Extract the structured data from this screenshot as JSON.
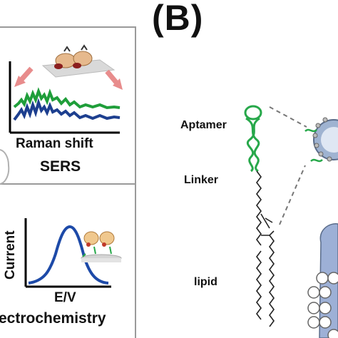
{
  "panel_label": "(B)",
  "sers": {
    "x_axis_label": "Raman shift",
    "method": "SERS",
    "spectra_colors": [
      "#1f9e3a",
      "#1d3f8f"
    ]
  },
  "electrochem": {
    "y_axis_label": "Current",
    "x_axis_label": "E/V",
    "method": "ectrochemistry",
    "curve_color": "#1d4aa8"
  },
  "structure": {
    "labels": {
      "aptamer": "Aptamer",
      "linker": "Linker",
      "lipid": "lipid"
    },
    "aptamer_color": "#27a84a",
    "vesicle_color": "#8aa3c9"
  }
}
